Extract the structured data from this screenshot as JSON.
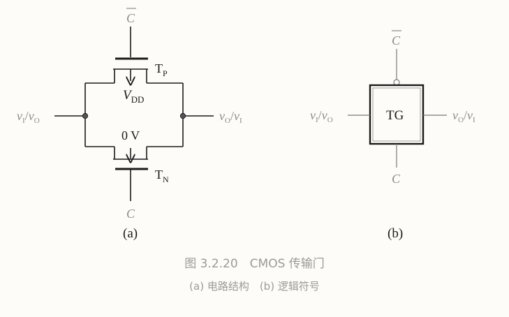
{
  "circuit_a": {
    "label_c_bar": "C",
    "label_c": "C",
    "label_tp_main": "T",
    "label_tp_sub": "P",
    "label_tn_main": "T",
    "label_tn_sub": "N",
    "label_vdd_main": "V",
    "label_vdd_sub": "DD",
    "label_0v": "0 V",
    "left_io": {
      "v1": "v",
      "s1": "I",
      "slash": "/",
      "v2": "v",
      "s2": "O"
    },
    "right_io": {
      "v1": "v",
      "s1": "O",
      "slash": "/",
      "v2": "v",
      "s2": "I"
    },
    "panel_label": "(a)"
  },
  "symbol_b": {
    "box_label": "TG",
    "label_c_bar": "C",
    "label_c": "C",
    "left_io": {
      "v1": "v",
      "s1": "I",
      "slash": "/",
      "v2": "v",
      "s2": "O"
    },
    "right_io": {
      "v1": "v",
      "s1": "O",
      "slash": "/",
      "v2": "v",
      "s2": "I"
    },
    "panel_label": "(b)"
  },
  "caption": {
    "title": "图 3.2.20　CMOS 传输门",
    "subtitle": "(a) 电路结构　(b) 逻辑符号"
  }
}
